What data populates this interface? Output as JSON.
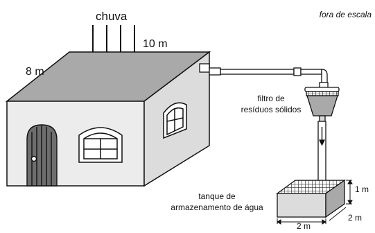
{
  "labels": {
    "rain": "chuva",
    "scale_note": "fora de escala",
    "roof_width": "8 m",
    "roof_length": "10 m",
    "filter_line1": "filtro de",
    "filter_line2": "resíduos sólidos",
    "tank_line1": "tanque de",
    "tank_line2": "armazenamento de água",
    "tank_height": "1 m",
    "tank_depth": "2 m",
    "tank_width": "2 m"
  },
  "colors": {
    "roof": "#a9a9a9",
    "front_wall": "#ececec",
    "side_wall": "#dcdcdc",
    "door": "#6e6e6e",
    "stroke": "#111111"
  },
  "icons": {
    "rain": "down-arrows",
    "filter": "cup-filter",
    "tank": "grid-top-box"
  }
}
